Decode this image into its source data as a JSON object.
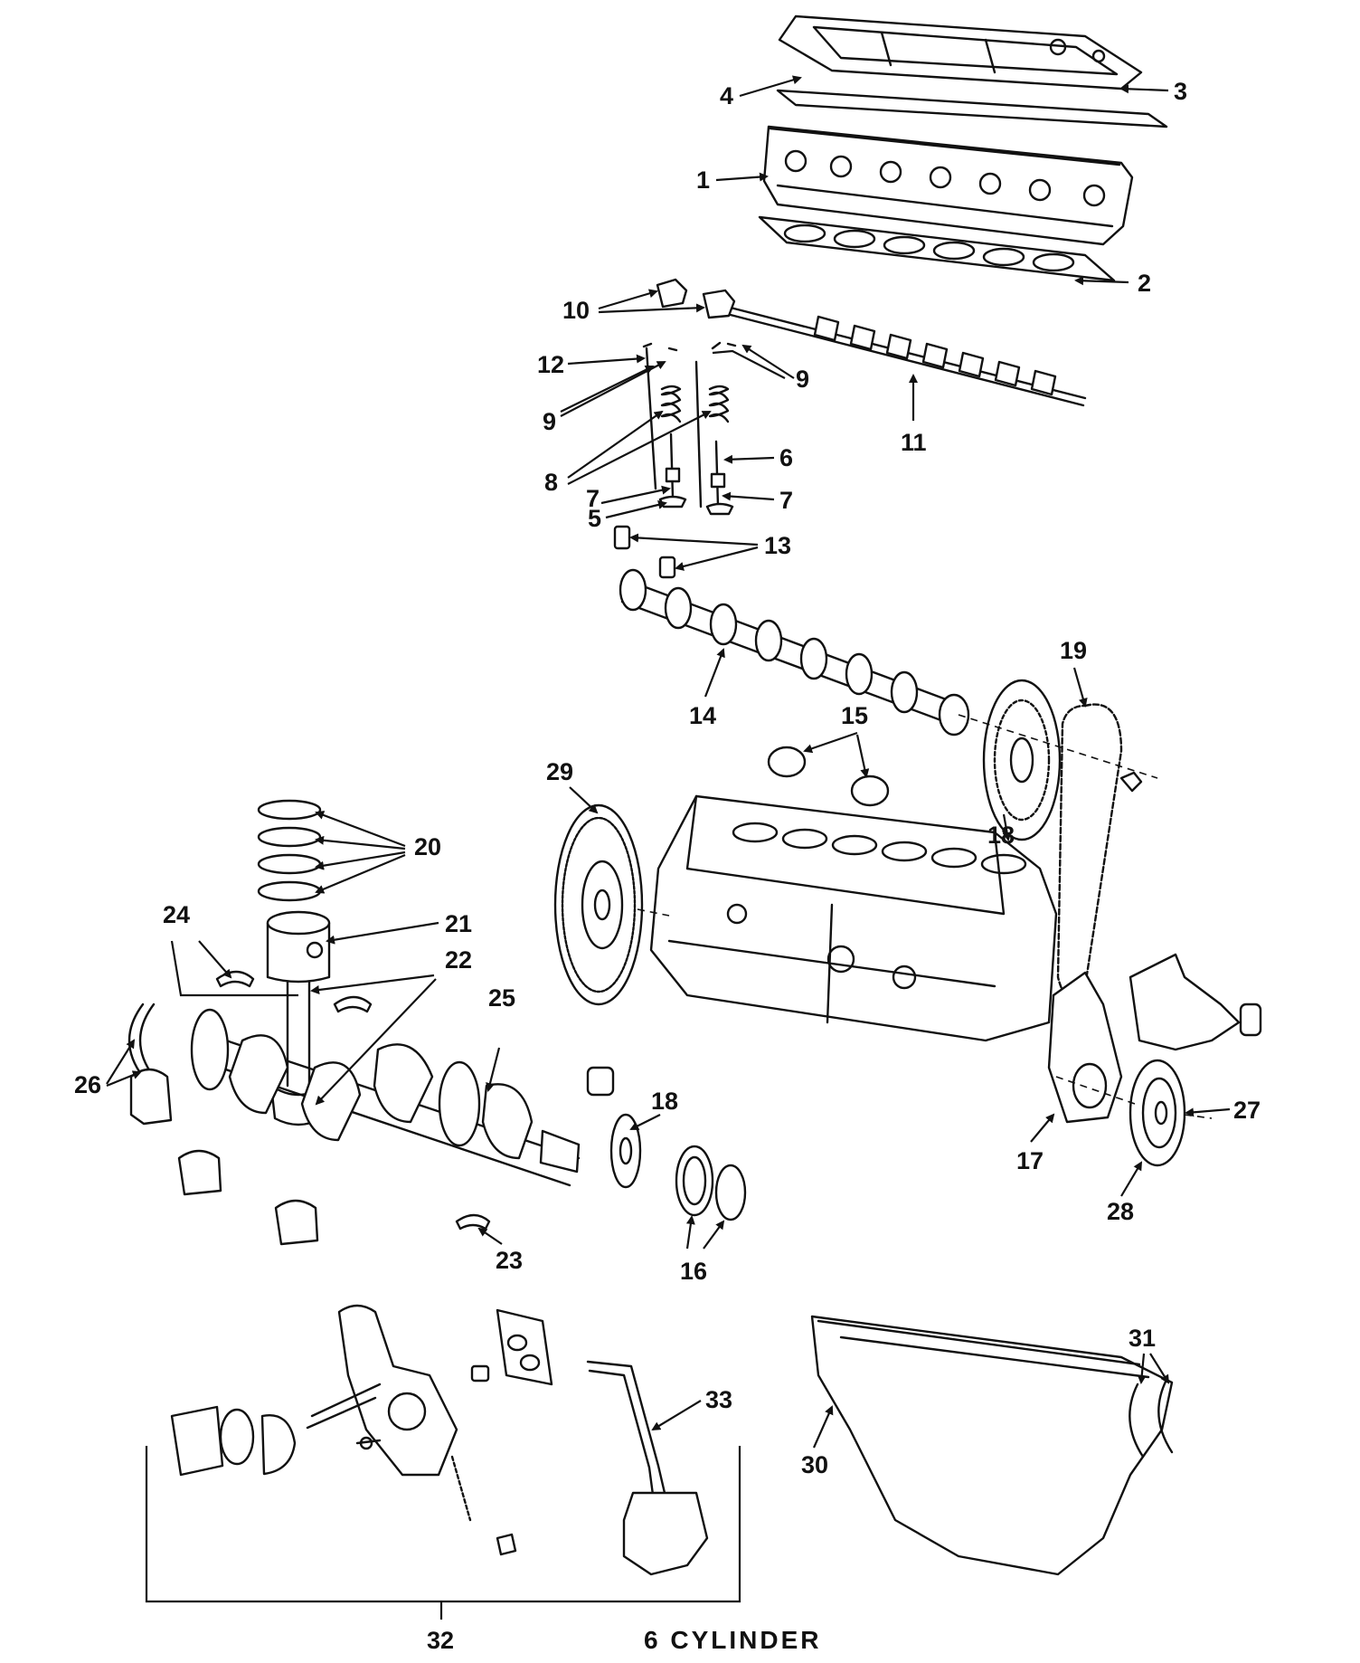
{
  "caption": "6 CYLINDER",
  "labels": {
    "l1": "1",
    "l2": "2",
    "l3": "3",
    "l4": "4",
    "l5": "5",
    "l6": "6",
    "l7": "7",
    "l8": "8",
    "l9": "9",
    "l10": "10",
    "l11": "11",
    "l12": "12",
    "l13": "13",
    "l14": "14",
    "l15": "15",
    "l16": "16",
    "l17": "17",
    "l18": "18",
    "l19": "19",
    "l20": "20",
    "l21": "21",
    "l22": "22",
    "l23": "23",
    "l24": "24",
    "l25": "25",
    "l26": "26",
    "l27": "27",
    "l28": "28",
    "l29": "29",
    "l30": "30",
    "l31": "31",
    "l32": "32",
    "l33": "33"
  }
}
